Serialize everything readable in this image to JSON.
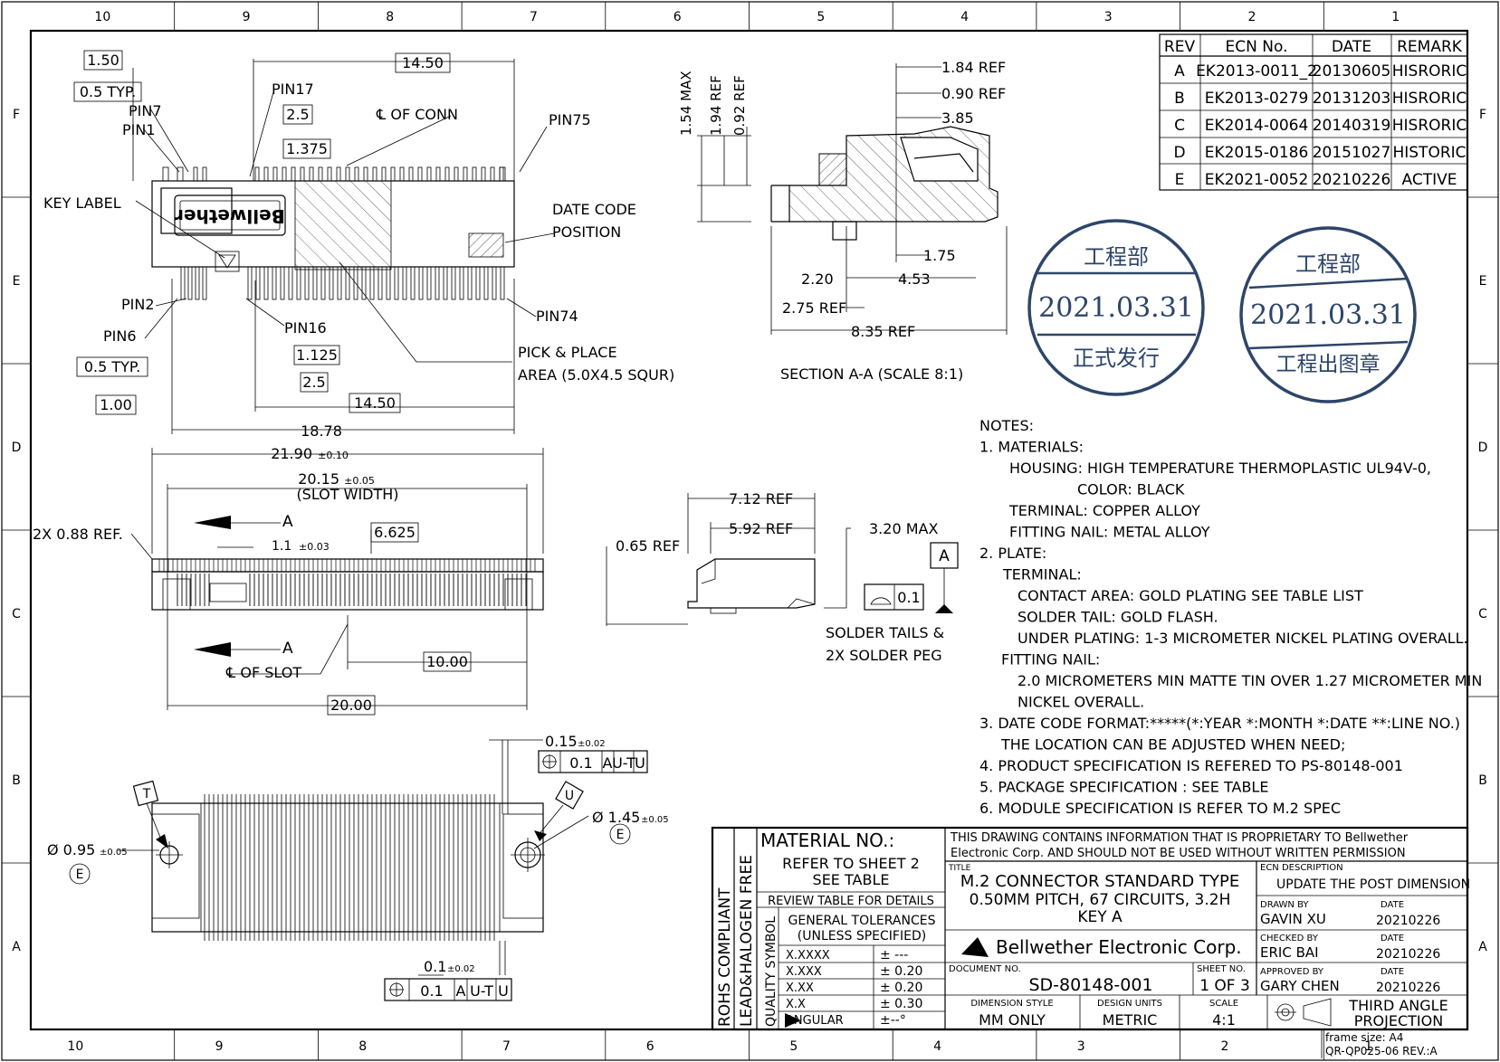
{
  "frame": {
    "cols": [
      "10",
      "9",
      "8",
      "7",
      "6",
      "5",
      "4",
      "3",
      "2",
      "1"
    ],
    "rows": [
      "F",
      "E",
      "D",
      "C",
      "B",
      "A"
    ]
  },
  "revision_table": {
    "headers": [
      "REV",
      "ECN No.",
      "DATE",
      "REMARK"
    ],
    "rows": [
      [
        "A",
        "EK2013-0011_2",
        "20130605",
        "HISRORIC"
      ],
      [
        "B",
        "EK2013-0279",
        "20131203",
        "HISRORIC"
      ],
      [
        "C",
        "EK2014-0064",
        "20140319",
        "HISRORIC"
      ],
      [
        "D",
        "EK2015-0186",
        "20151027",
        "HISTORIC"
      ],
      [
        "E",
        "EK2021-0052",
        "20210226",
        "ACTIVE"
      ]
    ]
  },
  "stamps": [
    {
      "top": "工程部",
      "date": "2021.03.31",
      "bottom": "正式发行"
    },
    {
      "top": "工程部",
      "date": "2021.03.31",
      "bottom": "工程出图章"
    }
  ],
  "top_view": {
    "dims": [
      "1.50",
      "0.5 TYP.",
      "14.50",
      "2.5",
      "1.375",
      "1.125",
      "0.5 TYP.",
      "2.5",
      "1.00",
      "14.50",
      "18.78"
    ],
    "labels": [
      "PIN17",
      "PIN7",
      "PIN1",
      "℄ OF CONN",
      "PIN75",
      "KEY LABEL",
      "DATE CODE",
      "POSITION",
      "PIN2",
      "PIN6",
      "PIN16",
      "PIN74",
      "PICK & PLACE",
      "AREA (5.0X4.5 SQUR)"
    ],
    "logo_text": "Bellwether"
  },
  "section_view": {
    "dims": [
      "1.54 MAX",
      "1.94 REF",
      "0.92 REF",
      "1.84 REF",
      "0.90 REF",
      "3.85",
      "1.75",
      "2.20",
      "4.53",
      "2.75 REF",
      "8.35 REF"
    ],
    "caption": "SECTION A-A (SCALE 8:1)"
  },
  "front_view": {
    "dims": [
      "21.90",
      "±0.10",
      "20.15",
      "±0.05",
      "(SLOT WIDTH)",
      "2X 0.88 REF.",
      "1.1",
      "±0.03",
      "6.625",
      "10.00",
      "20.00"
    ],
    "labels": [
      "A",
      "A",
      "℄ OF SLOT"
    ]
  },
  "side_view": {
    "dims": [
      "7.12 REF",
      "5.92 REF",
      "3.20 MAX",
      "0.65 REF",
      "0.1"
    ],
    "datum": "A",
    "labels": [
      "SOLDER TAILS &",
      "2X SOLDER PEG"
    ]
  },
  "bottom_view": {
    "dims": [
      "0.15",
      "±0.02",
      "0.1",
      "A",
      "U-T",
      "U",
      "Ø 1.45",
      "±0.05",
      "Ø 0.95",
      "±0.05",
      "0.1",
      "±0.02",
      "0.1",
      "A",
      "U-T",
      "U"
    ],
    "datums": [
      "T",
      "U",
      "E",
      "E"
    ]
  },
  "notes": [
    "NOTES:",
    "1. MATERIALS:",
    "HOUSING: HIGH TEMPERATURE THERMOPLASTIC UL94V-0,",
    "COLOR: BLACK",
    "TERMINAL: COPPER ALLOY",
    "FITTING NAIL: METAL ALLOY",
    "2. PLATE:",
    "TERMINAL:",
    "CONTACT AREA: GOLD PLATING SEE TABLE LIST",
    "SOLDER TAIL: GOLD FLASH.",
    "UNDER PLATING: 1-3 MICROMETER NICKEL PLATING OVERALL.",
    "FITTING NAIL:",
    "2.0 MICROMETERS MIN MATTE TIN OVER 1.27 MICROMETER MIN",
    "NICKEL OVERALL.",
    "3. DATE CODE FORMAT:*****(*:YEAR *:MONTH *:DATE **:LINE NO.)",
    "THE LOCATION CAN BE ADJUSTED WHEN NEED;",
    "4. PRODUCT SPECIFICATION IS REFERED TO PS-80148-001",
    "5. PACKAGE SPECIFICATION : SEE TABLE",
    "6. MODULE SPECIFICATION IS REFER TO M.2 SPEC"
  ],
  "title_block": {
    "rohs": "ROHS COMPLIANT",
    "halogen": "LEAD&HALOGEN FREE",
    "quality": "QUALITY SYMBOL",
    "material_title": "MATERIAL NO.:",
    "material_ref1": "REFER TO SHEET 2",
    "material_ref2": "SEE TABLE",
    "review": "REVIEW TABLE FOR DETAILS",
    "gen_tol1": "GENERAL TOLERANCES",
    "gen_tol2": "(UNLESS SPECIFIED)",
    "tolerances": [
      {
        "fmt": "X.XXXX",
        "val": "± ---"
      },
      {
        "fmt": "X.XXX",
        "val": "± 0.20"
      },
      {
        "fmt": "X.XX",
        "val": "± 0.20"
      },
      {
        "fmt": "X.X",
        "val": "± 0.30"
      },
      {
        "fmt": "ANGULAR",
        "val": "±--°"
      }
    ],
    "prop1": "THIS DRAWING CONTAINS INFORMATION THAT IS PROPRIETARY TO Bellwether",
    "prop2": "Electronic Corp. AND SHOULD NOT BE USED WITHOUT WRITTEN PERMISSION",
    "title_label": "TITLE",
    "title1": "M.2 CONNECTOR STANDARD TYPE",
    "title2": "0.50MM PITCH, 67 CIRCUITS, 3.2H",
    "title3": "KEY A",
    "company": "Bellwether Electronic Corp.",
    "ecn_label": "ECN DESCRIPTION",
    "ecn_desc": "UPDATE THE POST DIMENSION",
    "drawn_label": "DRAWN BY",
    "drawn": "GAVIN XU",
    "checked_label": "CHECKED BY",
    "checked": "ERIC BAI",
    "approved_label": "APPROVED BY",
    "approved": "GARY CHEN",
    "date_label": "DATE",
    "date1": "20210226",
    "date2": "20210226",
    "date3": "20210226",
    "doc_label": "DOCUMENT NO.",
    "doc_no": "SD-80148-001",
    "sheet_label": "SHEET NO.",
    "sheet": "1 OF 3",
    "dim_label": "DIMENSION STYLE",
    "dim": "MM ONLY",
    "units_label": "DESIGN UNITS",
    "units": "METRIC",
    "scale_label": "SCALE",
    "scale": "4:1",
    "projection1": "THIRD ANGLE",
    "projection2": "PROJECTION",
    "frame_size": "frame size: A4",
    "form_no": "QR-QP025-06 REV.:A"
  }
}
